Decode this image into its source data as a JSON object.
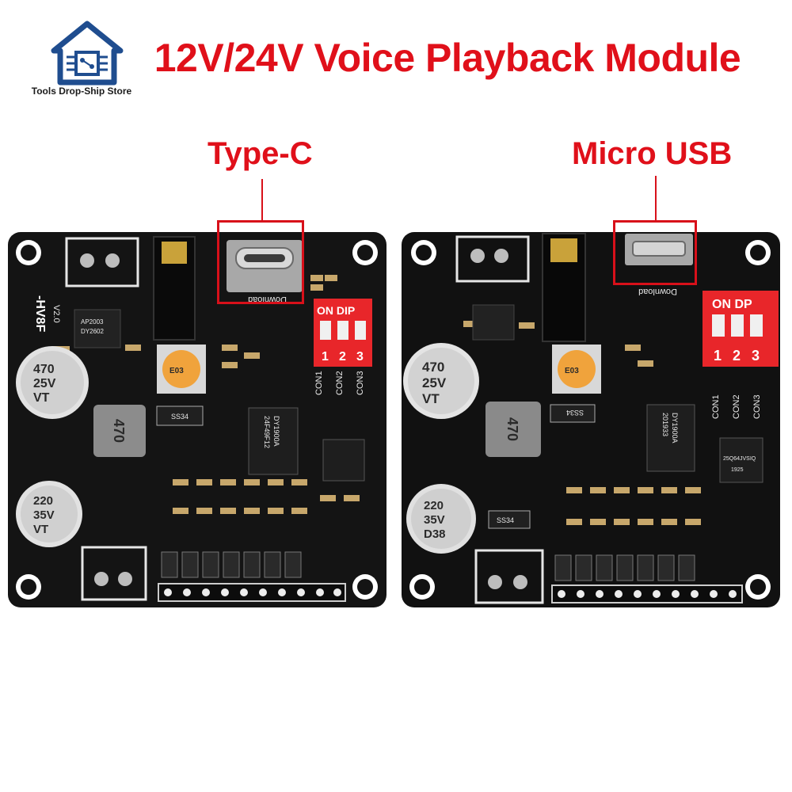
{
  "header": {
    "store_name": "Tools Drop-Ship Store",
    "title": "12V/24V Voice Playback Module"
  },
  "left_board": {
    "connector_label": "Type-C",
    "model_mark": "-HV8F",
    "version_mark": "V2.0",
    "download_mark": "Download",
    "dip_label": "ON DIP",
    "dip_numbers": [
      "1",
      "2",
      "3"
    ],
    "con_labels": [
      "CON1",
      "CON2",
      "CON3"
    ],
    "cap_big": [
      "470",
      "25V",
      "VT"
    ],
    "cap_small": [
      "220",
      "35V",
      "VT"
    ],
    "inductor_mark": "470",
    "chip_mark": [
      "DY1900A",
      "24F49F12"
    ],
    "diode_mark": "SS34",
    "amp_mark": [
      "AP2003",
      "DY2602"
    ],
    "pot_mark": "E03"
  },
  "right_board": {
    "connector_label": "Micro USB",
    "download_mark": "Download",
    "dip_label": "ON DP",
    "dip_numbers": [
      "1",
      "2",
      "3"
    ],
    "con_labels": [
      "CON1",
      "CON2",
      "CON3"
    ],
    "cap_big": [
      "470",
      "25V",
      "VT"
    ],
    "cap_small": [
      "220",
      "35V",
      "D38"
    ],
    "inductor_mark": "470",
    "chip_mark": [
      "DY1900A",
      "201933"
    ],
    "diode_mark": "SS34",
    "diode_mark_2": "SS34",
    "flash_mark": [
      "25Q64JVSIQ",
      "1925"
    ],
    "pot_mark": "E03"
  },
  "colors": {
    "accent_red": "#e0101a",
    "pcb_black": "#151515",
    "dip_red": "#e8262a"
  }
}
